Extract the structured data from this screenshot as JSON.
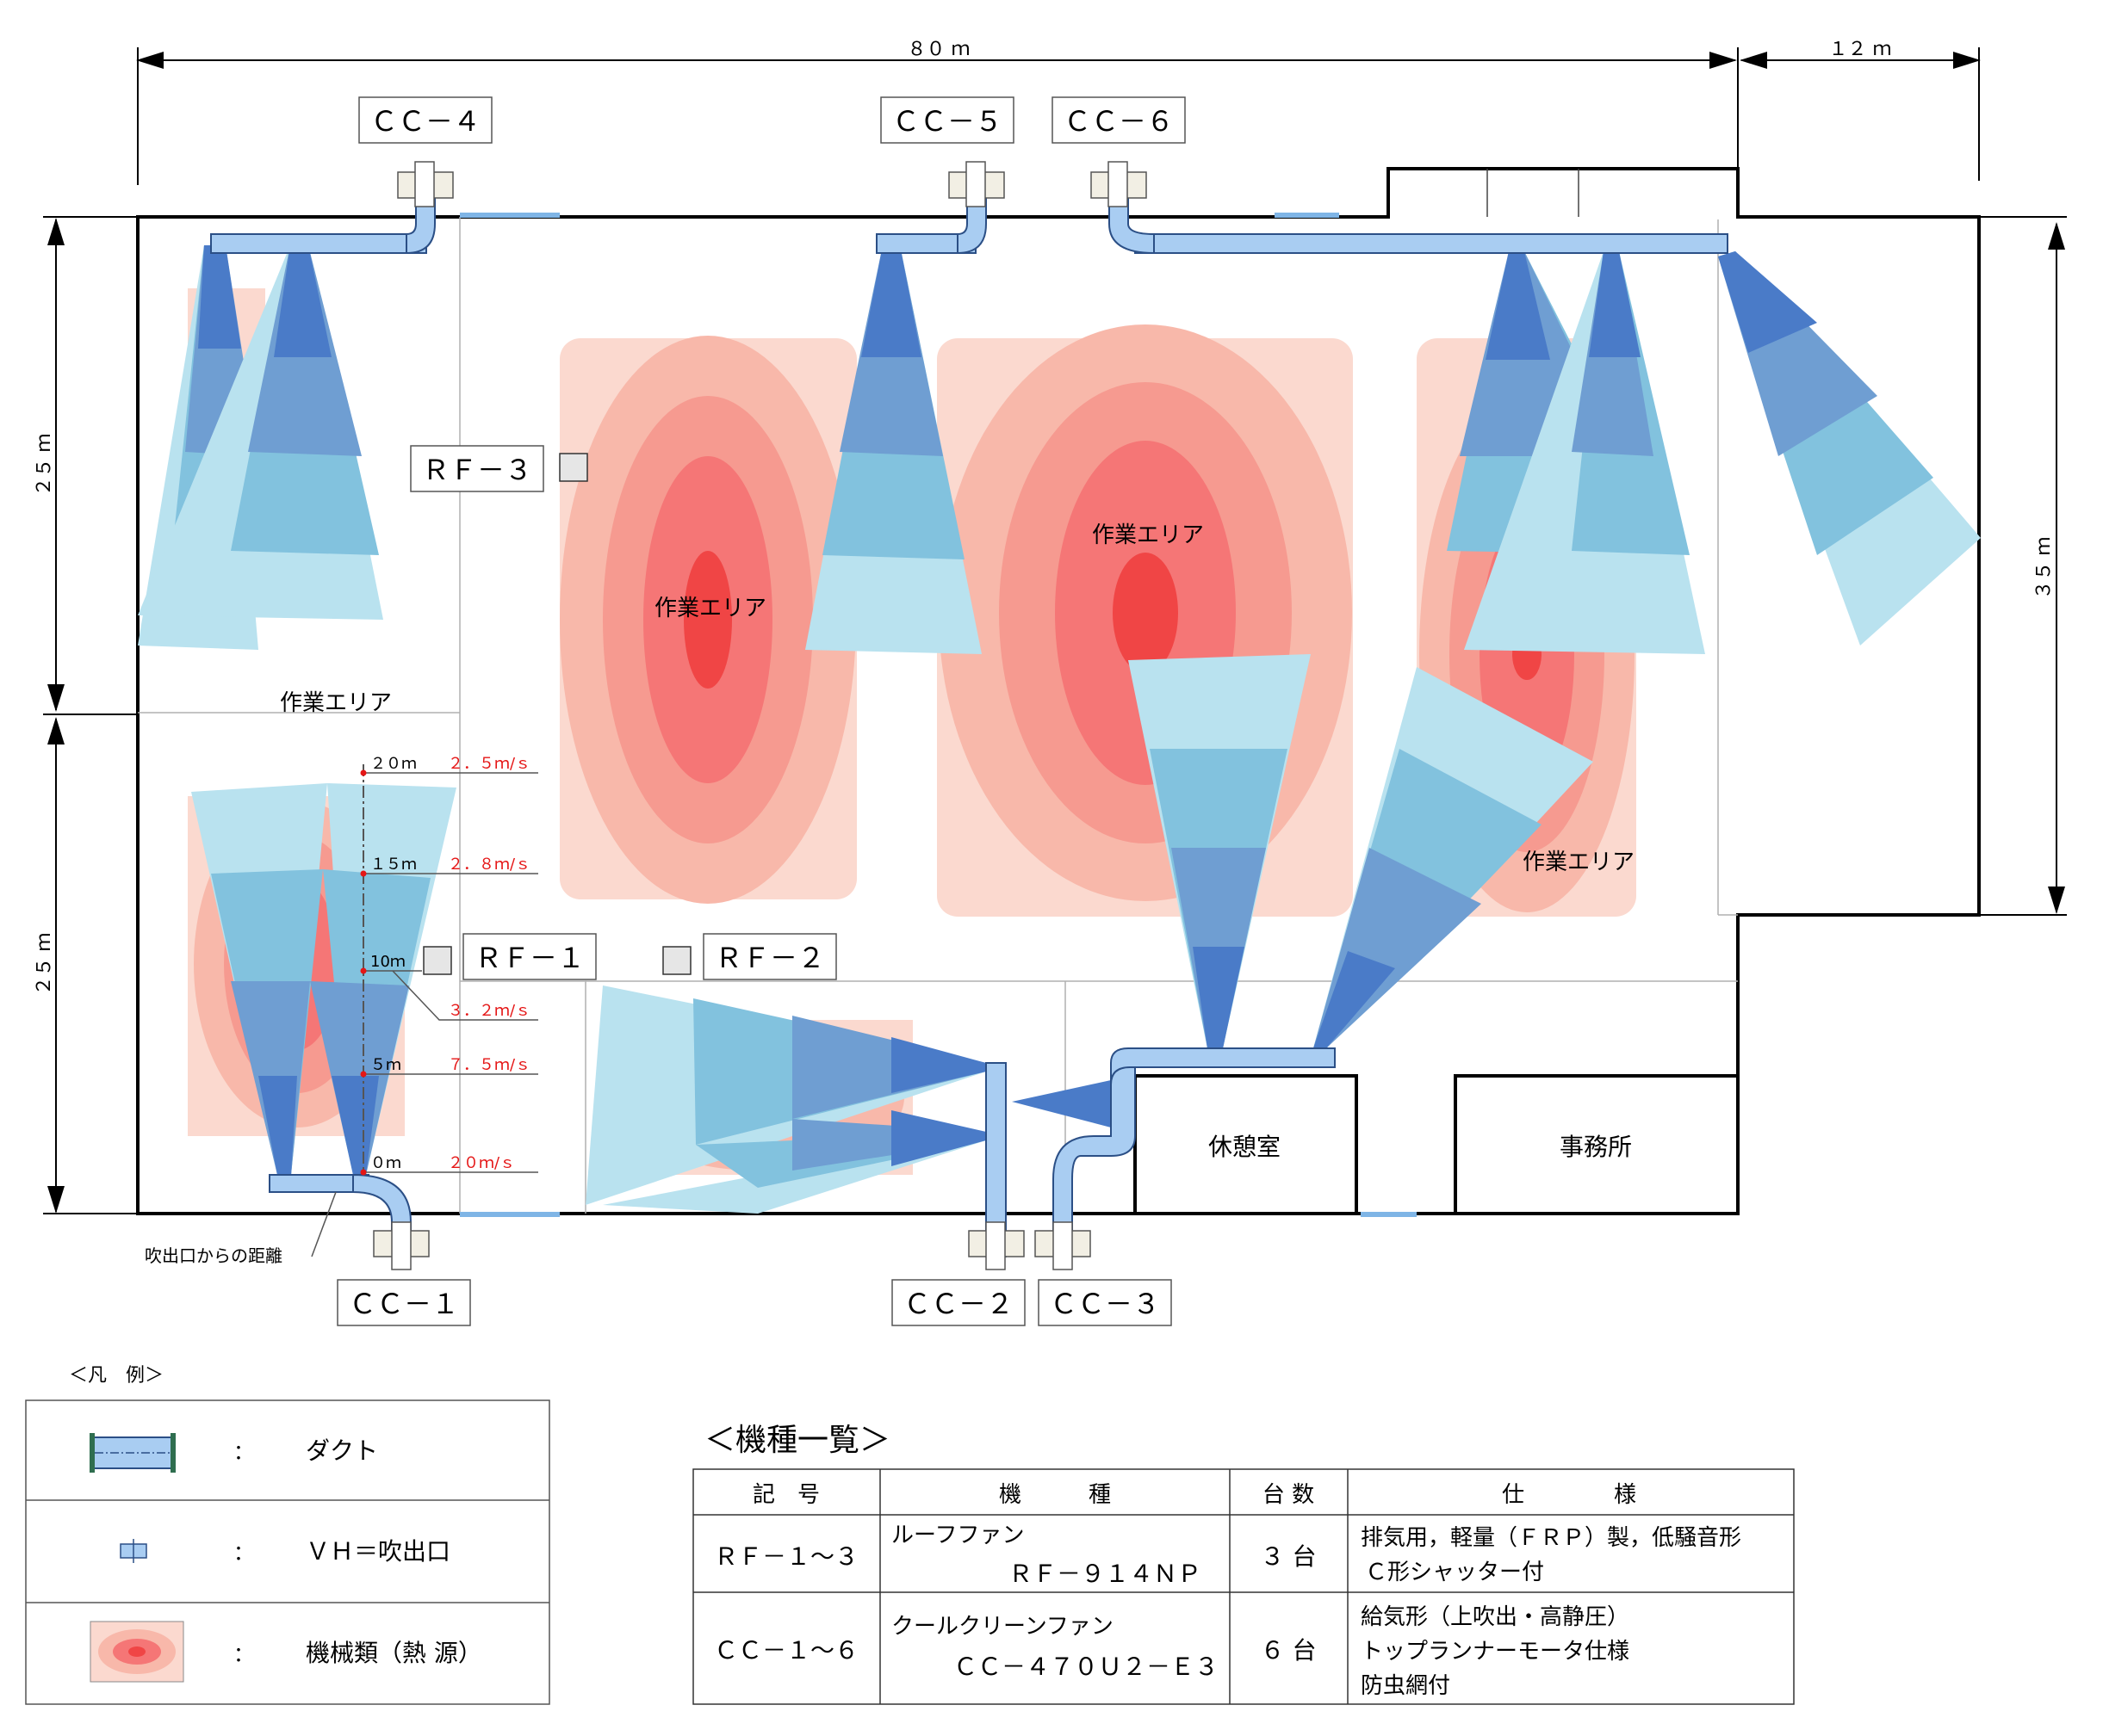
{
  "dimensions": {
    "top_total": "８０ ｍ",
    "top_right": "１２ ｍ",
    "left_upper": "２５ ｍ",
    "left_lower": "２５ ｍ",
    "right": "３５ ｍ"
  },
  "units": {
    "cc1": "ＣＣ－１",
    "cc2": "ＣＣ－２",
    "cc3": "ＣＣ－３",
    "cc4": "ＣＣ－４",
    "cc5": "ＣＣ－５",
    "cc6": "ＣＣ－６",
    "rf1": "ＲＦ－１",
    "rf2": "ＲＦ－２",
    "rf3": "ＲＦ－３"
  },
  "areas": {
    "work_left": "作業エリア",
    "work_center_left": "作業エリア",
    "work_center": "作業エリア",
    "work_right": "作業エリア",
    "rest_room": "休憩室",
    "office": "事務所"
  },
  "distance_scale": {
    "caption": "吹出口からの距離",
    "marks": [
      {
        "distance": "２０ｍ",
        "velocity": "２．５ｍ/ｓ"
      },
      {
        "distance": "１５ｍ",
        "velocity": "２．８ｍ/ｓ"
      },
      {
        "distance": "10ｍ",
        "velocity": "３．２ｍ/ｓ"
      },
      {
        "distance": "５ｍ",
        "velocity": "７．５ｍ/ｓ"
      },
      {
        "distance": "０ｍ",
        "velocity": "２０ｍ/ｓ"
      }
    ]
  },
  "legend": {
    "title": "＜凡　例＞",
    "items": [
      {
        "symbol": "duct",
        "label": "ダクト"
      },
      {
        "symbol": "outlet",
        "label": "ＶＨ＝吹出口"
      },
      {
        "symbol": "heat",
        "label": "機械類（熱 源）"
      }
    ],
    "separator": "："
  },
  "equipment_table": {
    "title": "＜機種一覧＞",
    "headers": [
      "記　号",
      "機　　　種",
      "台 数",
      "仕　　　　様"
    ],
    "rows": [
      {
        "symbol": "ＲＦ－１～３",
        "type_name": "ルーフファン",
        "model": "ＲＦ－９１４ＮＰ",
        "qty": "３ 台",
        "spec": [
          "排気用，軽量（ＦＲＰ）製，低騒音形",
          "Ｃ形シャッター付"
        ]
      },
      {
        "symbol": "ＣＣ－１～６",
        "type_name": "クールクリーンファン",
        "model": "ＣＣ－４７０Ｕ２－Ｅ３",
        "qty": "６ 台",
        "spec": [
          "給気形（上吹出・高静圧）",
          "トップランナーモータ仕様",
          "防虫網付"
        ]
      }
    ]
  },
  "colors": {
    "duct": "#a9cdf2",
    "duct_stroke": "#2b4f86",
    "plume_1": "#4a7bc8",
    "plume_2": "#6f9ed2",
    "plume_3": "#82c2de",
    "plume_4": "#b9e2ef",
    "heat_1": "#fbd9cf",
    "heat_2": "#f8b8aa",
    "heat_3": "#f69a90",
    "heat_4": "#f57676",
    "heat_5": "#f04545",
    "velocity_red": "#e51616"
  }
}
